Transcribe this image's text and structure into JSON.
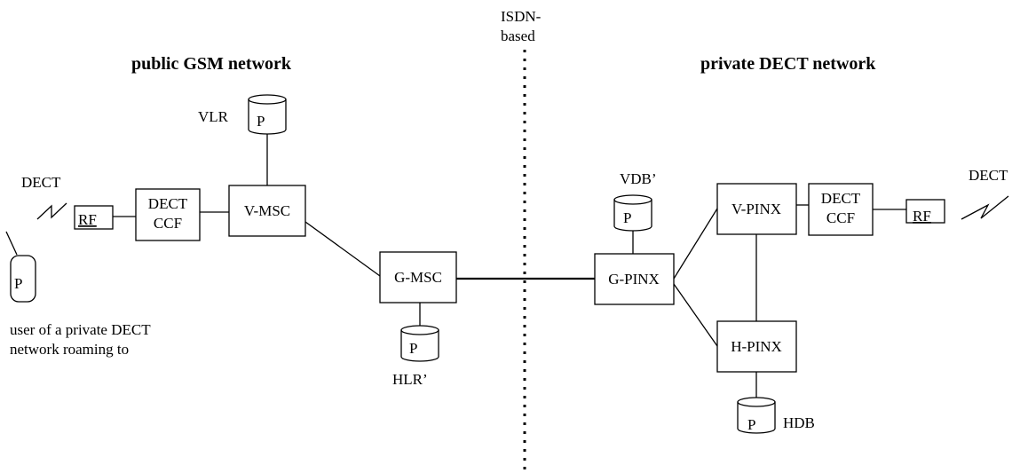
{
  "headings": {
    "left": "public GSM network",
    "right": "private DECT network",
    "separator_line1": "ISDN-",
    "separator_line2": "based"
  },
  "left_side": {
    "dect_label": "DECT",
    "rf": "RF",
    "dect_ccf_line1": "DECT",
    "dect_ccf_line2": "CCF",
    "v_msc": "V-MSC",
    "vlr": "VLR",
    "vlr_db": "P",
    "g_msc": "G-MSC",
    "hlr": "HLR’",
    "hlr_db": "P",
    "handset": "P",
    "caption_line1": "user of a private DECT",
    "caption_line2": "network roaming to"
  },
  "right_side": {
    "g_pinx": "G-PINX",
    "vdb": "VDB’",
    "vdb_db": "P",
    "v_pinx": "V-PINX",
    "dect_ccf_line1": "DECT",
    "dect_ccf_line2": "CCF",
    "rf": "RF",
    "dect_label": "DECT",
    "h_pinx": "H-PINX",
    "hdb": "HDB",
    "hdb_db": "P"
  }
}
